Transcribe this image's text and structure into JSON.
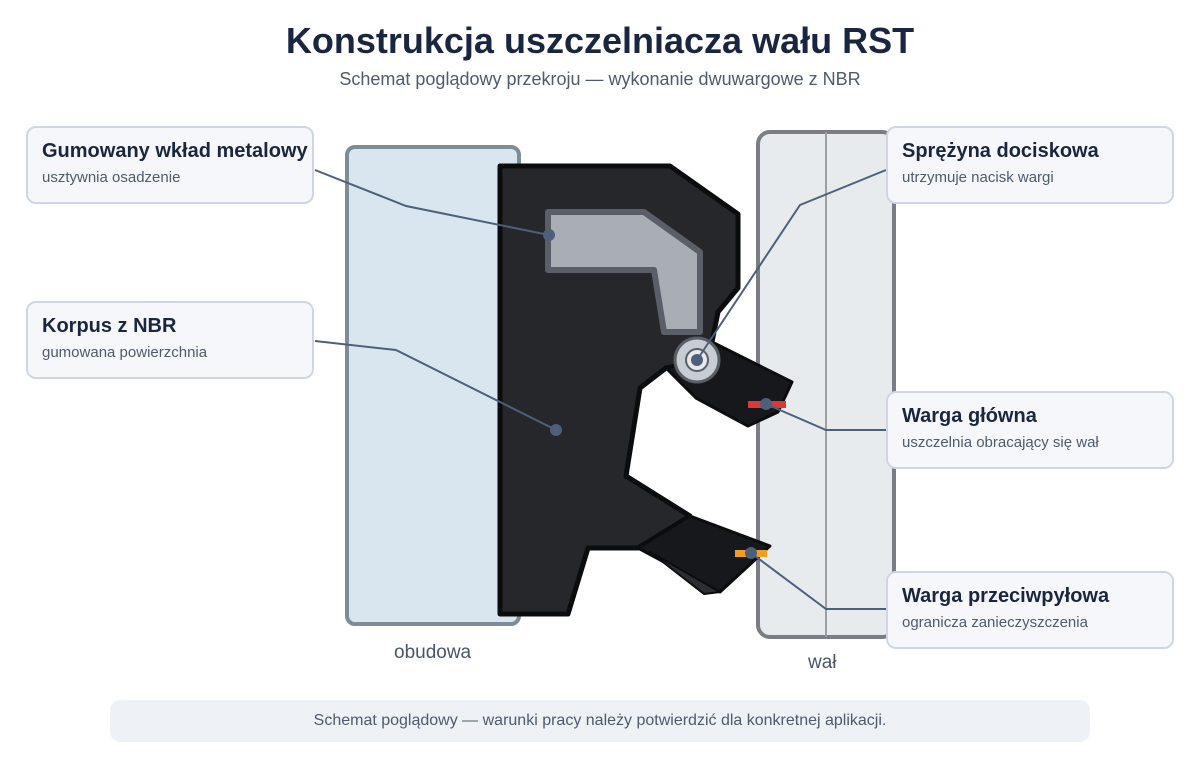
{
  "header": {
    "title": "Konstrukcja uszczelniacza wału RST",
    "subtitle": "Schemat poglądowy przekroju — wykonanie dwuwargowe z NBR"
  },
  "callouts": {
    "insert": {
      "title": "Gumowany wkład metalowy",
      "desc": "usztywnia osadzenie"
    },
    "body": {
      "title": "Korpus z NBR",
      "desc": "gumowana powierzchnia"
    },
    "spring": {
      "title": "Sprężyna dociskowa",
      "desc": "utrzymuje nacisk wargi"
    },
    "main_lip": {
      "title": "Warga główna",
      "desc": "uszczelnia obracający się wał"
    },
    "dust_lip": {
      "title": "Warga przeciwpyłowa",
      "desc": "ogranicza zanieczyszczenia"
    }
  },
  "labels": {
    "housing": "obudowa",
    "shaft": "wał"
  },
  "footer": {
    "note": "Schemat poglądowy — warunki pracy należy potwierdzić dla konkretnej aplikacji."
  },
  "colors": {
    "housing_fill": "#dae6ef",
    "housing_stroke": "#7d8d96",
    "shaft_fill": "#e8ebee",
    "shaft_stroke": "#7a7e84",
    "seal_body": "#25272b",
    "metal_insert": "#a9adb4",
    "leader_line": "#4e5f7a",
    "main_lip_marker": "#d63a3a",
    "dust_lip_marker": "#f0a020"
  }
}
